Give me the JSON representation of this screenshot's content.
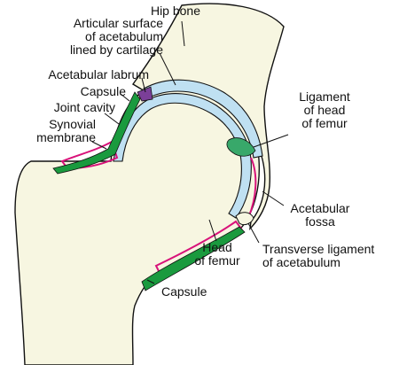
{
  "colors": {
    "bone": "#f7f6e1",
    "cartilage": "#bfe0f2",
    "capsule": "#1a9a3e",
    "synovial": "#d8127a",
    "labrum": "#7b3f98",
    "ligament": "#38a86a",
    "outline": "#111111"
  },
  "labels": {
    "hip_bone": "Hip bone",
    "articular_surface": [
      "Articular surface",
      "of acetabulum",
      "lined by cartilage"
    ],
    "acetabular_labrum": "Acetabular labrum",
    "capsule_upper": "Capsule",
    "joint_cavity": "Joint cavity",
    "synovial_membrane": [
      "Synovial",
      "membrane"
    ],
    "ligament_head_femur": [
      "Ligament",
      "of head",
      "of femur"
    ],
    "acetabular_fossa": [
      "Acetabular",
      "fossa"
    ],
    "transverse_ligament": [
      "Transverse ligament",
      "of acetabulum"
    ],
    "head_of_femur": [
      "Head",
      "of femur"
    ],
    "capsule_lower": "Capsule"
  }
}
